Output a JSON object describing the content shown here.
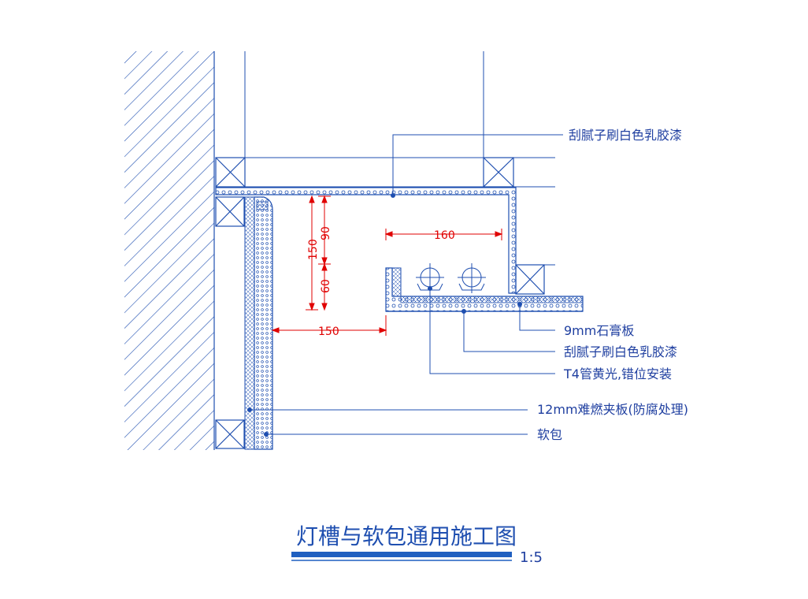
{
  "labels": {
    "putty_top": "刮腻子刷白色乳胶漆",
    "gypsum": "9mm石膏板",
    "putty_bottom": "刮腻子刷白色乳胶漆",
    "t4_light": "T4管黄光,错位安装",
    "plywood": "12mm难燃夹板(防腐处理)",
    "soft_pack": "软包"
  },
  "dimensions": {
    "d160": "160",
    "d150_h": "150",
    "d150_v": "150",
    "d90": "90",
    "d60": "60"
  },
  "title": "灯槽与软包通用施工图",
  "scale": "1:5",
  "colors": {
    "line": "#1f4fb0",
    "dim": "#e00000",
    "title_bar": "#1f5fc0"
  }
}
